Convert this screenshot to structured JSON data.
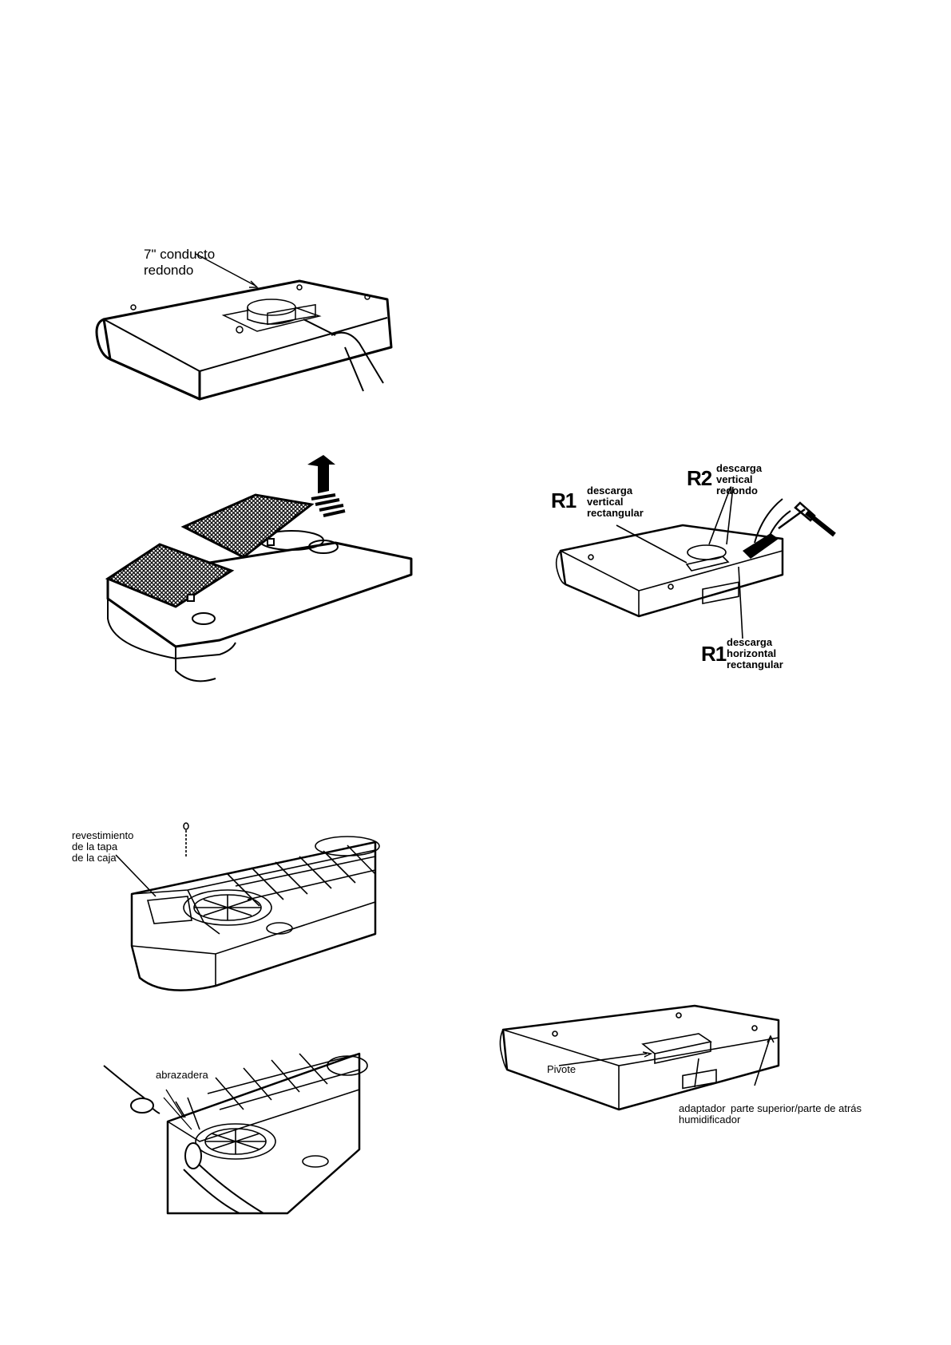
{
  "figure1": {
    "label_line1": "7\" conducto",
    "label_line2": "redondo"
  },
  "figure3": {
    "r1_top_tag": "R1",
    "r1_top_line1": "descarga",
    "r1_top_line2": "vertical",
    "r1_top_line3": "rectangular",
    "r2_tag": "R2",
    "r2_line1": "descarga",
    "r2_line2": "vertical",
    "r2_line3": "redondo",
    "r1_bottom_tag": "R1",
    "r1_bottom_line1": "descarga",
    "r1_bottom_line2": "horizontal",
    "r1_bottom_line3": "rectangular"
  },
  "figure4": {
    "label_line1": "revestimiento",
    "label_line2": "de la tapa",
    "label_line3": "de la caja"
  },
  "figure5": {
    "label": "abrazadera"
  },
  "figure6": {
    "pivot_label": "Pivote",
    "top_back_label": "parte superior/parte de atrás",
    "adapter_line1": "adaptador",
    "adapter_line2": "humidificador"
  }
}
